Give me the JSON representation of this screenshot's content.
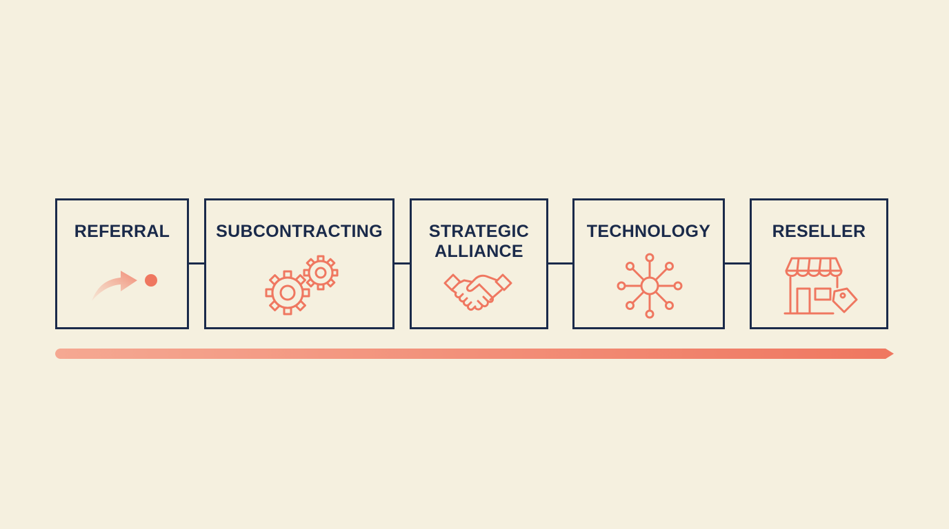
{
  "diagram": {
    "stages": [
      {
        "label": "REFERRAL",
        "icon": "curved-arrow-icon"
      },
      {
        "label": "SUBCONTRACTING",
        "icon": "gears-icon"
      },
      {
        "label": "STRATEGIC\nALLIANCE",
        "icon": "handshake-icon"
      },
      {
        "label": "TECHNOLOGY",
        "icon": "network-hub-icon"
      },
      {
        "label": "RESELLER",
        "icon": "storefront-tag-icon"
      }
    ]
  },
  "colors": {
    "background": "#f5f0df",
    "border": "#1a2a4a",
    "accent": "#ef7760",
    "accent_light": "#f5a892"
  }
}
